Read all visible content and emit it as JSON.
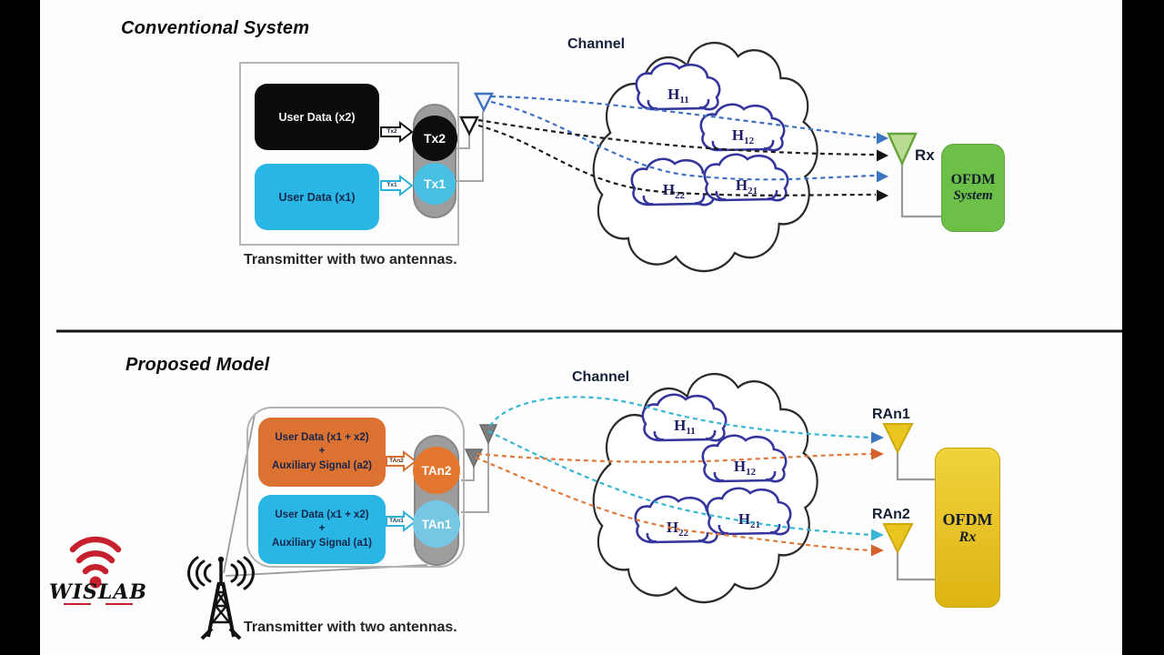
{
  "conventional": {
    "title": "Conventional System",
    "channel_label": "Channel",
    "clouds": [
      {
        "base": "H",
        "sub": "11"
      },
      {
        "base": "H",
        "sub": "12"
      },
      {
        "base": "H",
        "sub": "22"
      },
      {
        "base": "H",
        "sub": "21"
      }
    ],
    "tx": {
      "data2": "User Data (x2)",
      "data1": "User Data (x1)",
      "arrow2": "Tx2",
      "arrow1": "Tx1",
      "ant2": "Tx2",
      "ant1": "Tx1",
      "caption": "Transmitter with two antennas."
    },
    "rx": {
      "antenna_label": "Rx",
      "box_line1": "OFDM",
      "box_line2": "System"
    }
  },
  "proposed": {
    "title": "Proposed Model",
    "channel_label": "Channel",
    "clouds": [
      {
        "base": "H",
        "sub": "11"
      },
      {
        "base": "H",
        "sub": "12"
      },
      {
        "base": "H",
        "sub": "22"
      },
      {
        "base": "H",
        "sub": "21"
      }
    ],
    "tx": {
      "box2_lines": [
        "User Data (x1 + x2)",
        "+",
        "Auxiliary Signal (a2)"
      ],
      "box1_lines": [
        "User Data (x1 + x2)",
        "+",
        "Auxiliary Signal (a1)"
      ],
      "arrow2": "TAn2",
      "arrow1": "TAn1",
      "ant2": "TAn2",
      "ant1": "TAn1",
      "caption": "Transmitter with two antennas."
    },
    "rx": {
      "ant1_label": "RAn1",
      "ant2_label": "RAn2",
      "box_line1": "OFDM",
      "box_line2": "Rx"
    }
  },
  "watermark": {
    "text": "WISLAB"
  },
  "colors": {
    "cyan": "#29b6e4",
    "orange": "#dc7232",
    "green": "#6cbf47",
    "gold": "#e7c01e",
    "cloud_stroke": "#35359e",
    "blue_dash": "#4070c0",
    "teal_dash": "#36b7d3",
    "orange_dash": "#d4682a",
    "black": "#111111",
    "wifi_red": "#c6202e"
  }
}
